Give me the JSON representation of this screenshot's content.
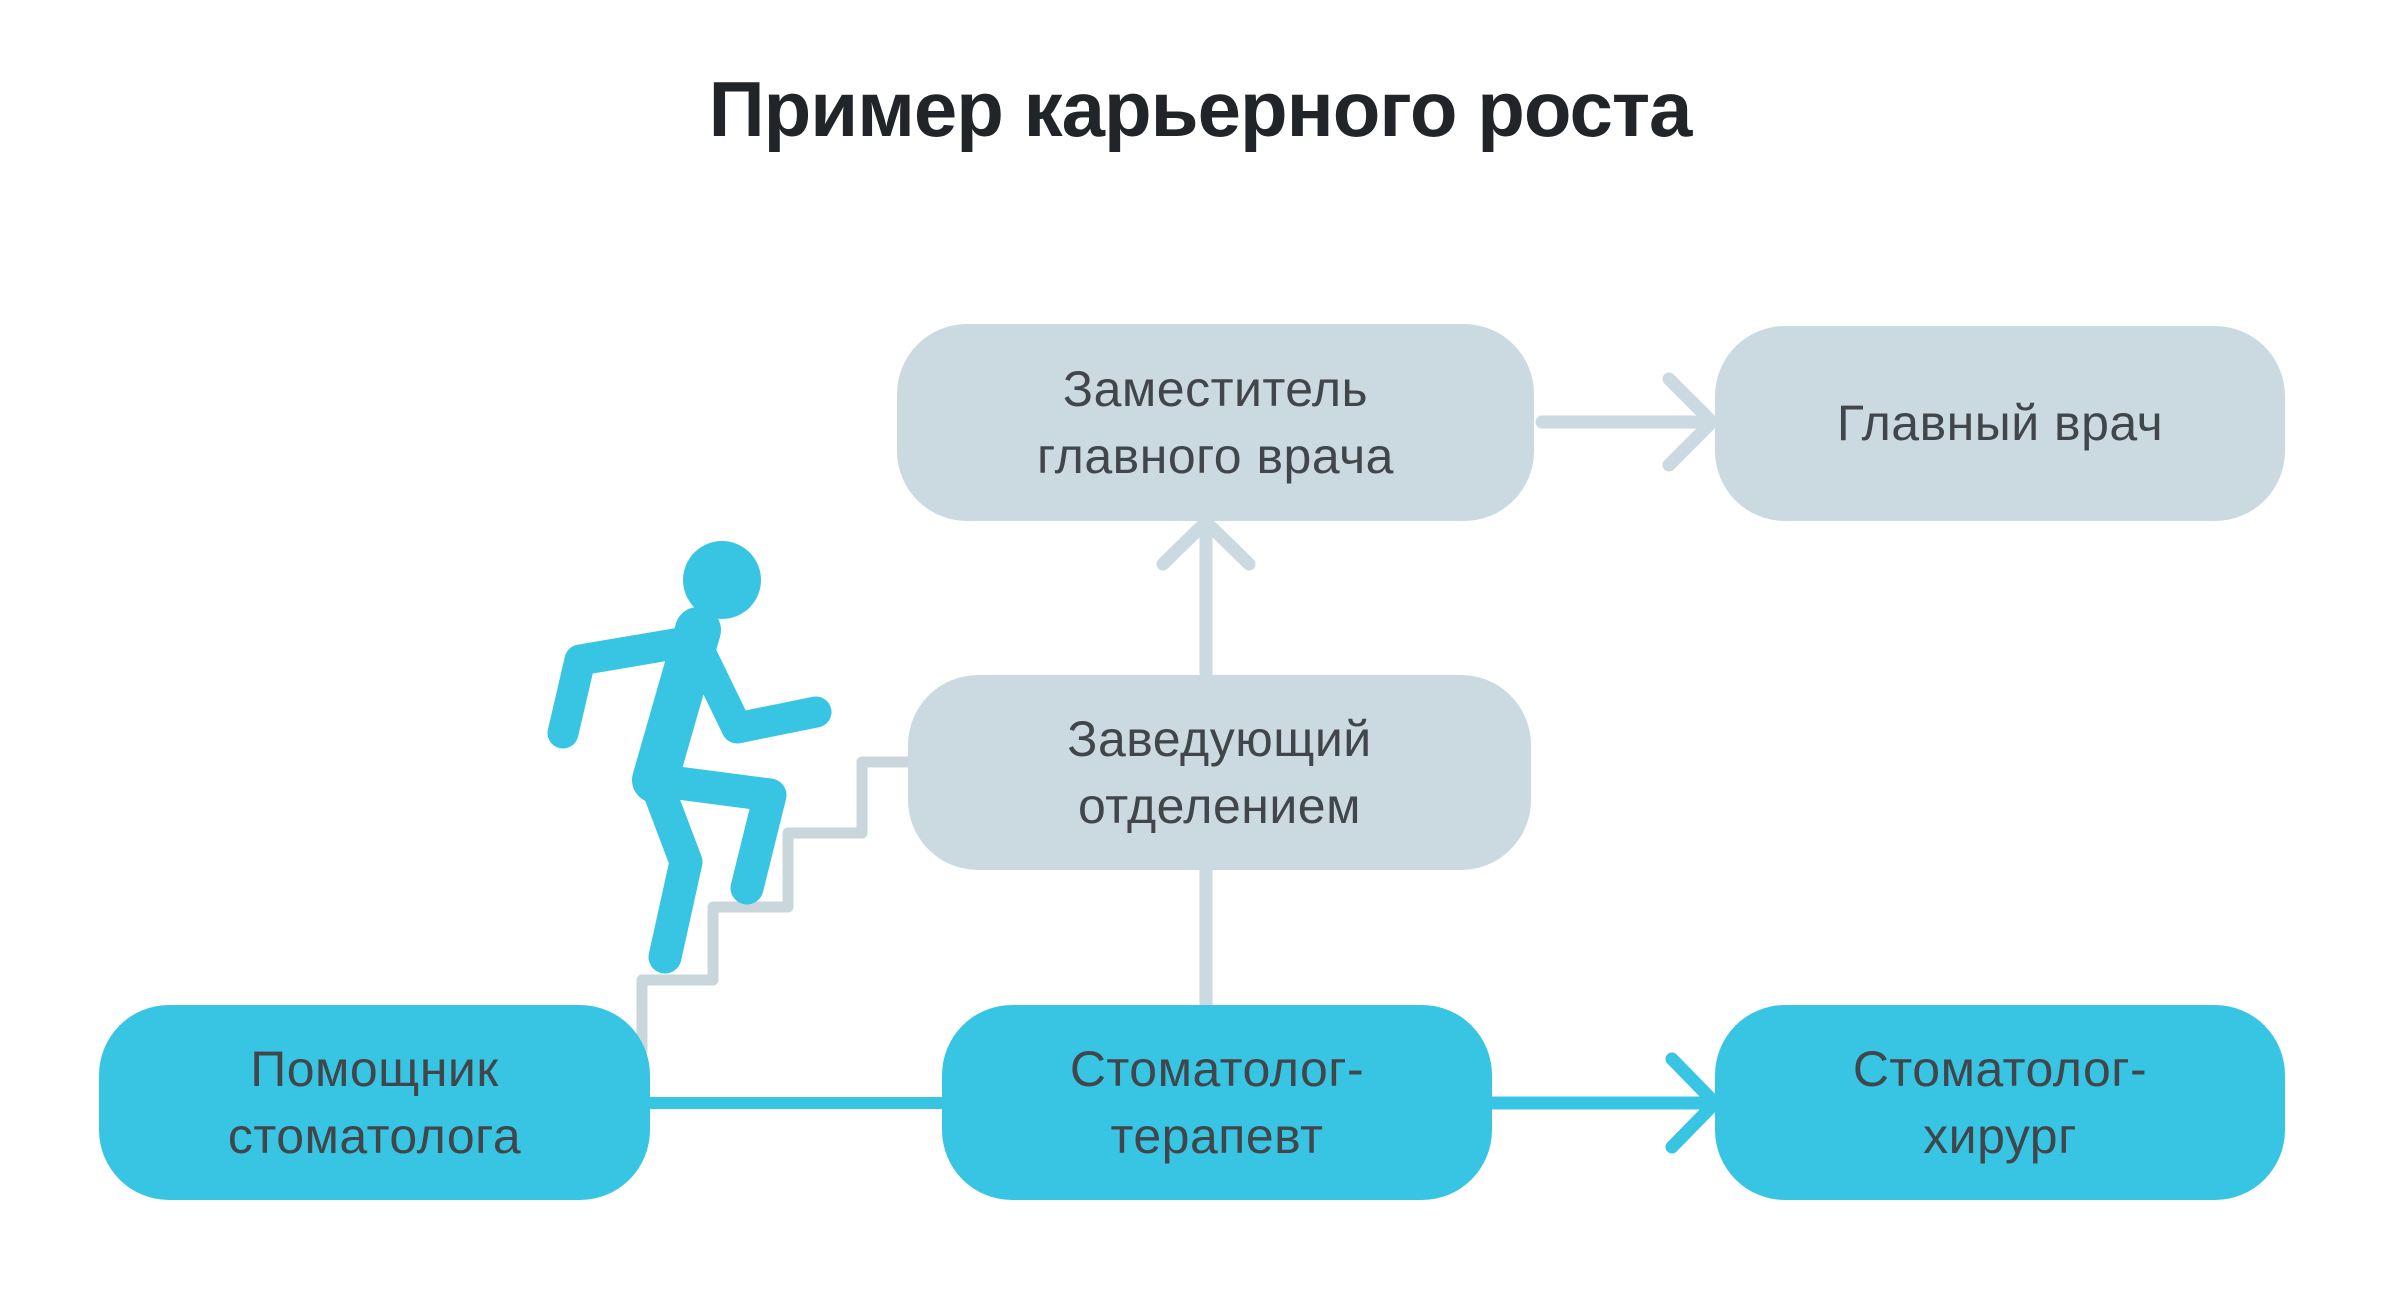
{
  "title": "Пример карьерного роста",
  "colors": {
    "accent": "#38C5E3",
    "muted": "#CBDAE0",
    "stairs": "#C9D6DB",
    "ink": "#40464A",
    "title-ink": "#212529",
    "background": "#FFFFFF"
  },
  "nodes": {
    "deputy_chief": {
      "label": "Заместитель\nглавного врача"
    },
    "chief": {
      "label": "Главный врач"
    },
    "department_head": {
      "label": "Заведующий\nотделением"
    },
    "dental_assistant": {
      "label": "Помощник\nстоматолога"
    },
    "dentist_therapist": {
      "label": "Стоматолог-\nтерапевт"
    },
    "dental_surgeon": {
      "label": "Стоматолог-\nхирург"
    }
  },
  "edges": [
    {
      "from": "dental_assistant",
      "to": "dentist_therapist",
      "style": "line",
      "color": "accent"
    },
    {
      "from": "dentist_therapist",
      "to": "dental_surgeon",
      "style": "arrow",
      "color": "accent"
    },
    {
      "from": "dentist_therapist",
      "to": "department_head",
      "style": "line",
      "color": "muted"
    },
    {
      "from": "department_head",
      "to": "deputy_chief",
      "style": "arrow",
      "color": "muted"
    },
    {
      "from": "deputy_chief",
      "to": "chief",
      "style": "arrow",
      "color": "muted"
    }
  ]
}
